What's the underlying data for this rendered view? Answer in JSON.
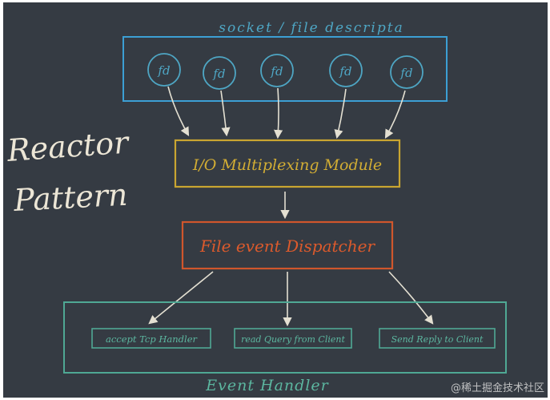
{
  "diagram": {
    "title_line1": "Reactor",
    "title_line2": "Pattern",
    "socket_label": "socket / file descripta",
    "fds": [
      "fd",
      "fd",
      "fd",
      "fd",
      "fd"
    ],
    "multiplexer": "I/O Multiplexing Module",
    "dispatcher": "File event Dispatcher",
    "handlers": [
      "accept Tcp Handler",
      "read Query from Client",
      "Send Reply to Client"
    ],
    "event_handler_label": "Event Handler",
    "watermark": "@稀土掘金技术社区"
  },
  "colors": {
    "board": "#353b43",
    "socket_box": "#3c9fd4",
    "fd_circle": "#4ea6c4",
    "multiplexer_box": "#c9a531",
    "dispatcher_box": "#d0562c",
    "handler_box": "#4fa894",
    "arrow": "#e4e0d2",
    "chalk_text": "#ece6d6"
  }
}
